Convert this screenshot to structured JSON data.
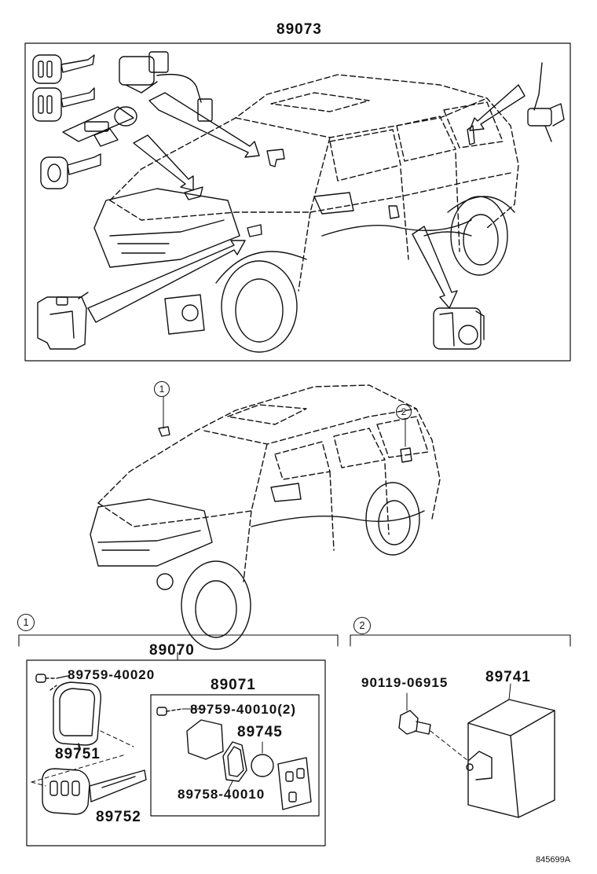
{
  "title": "89073",
  "callouts": [
    "1",
    "2"
  ],
  "sections": {
    "one": {
      "number": "1",
      "kit": "89070",
      "screw": "89759-40020",
      "case_part": "89751",
      "key_part": "89752",
      "sub_kit": "89071",
      "sub_screw": "89759-40010(2)",
      "battery": "89745",
      "gasket": "89758-40010"
    },
    "two": {
      "number": "2",
      "bolt": "90119-06915",
      "receiver": "89741"
    }
  },
  "reference": "845699A"
}
